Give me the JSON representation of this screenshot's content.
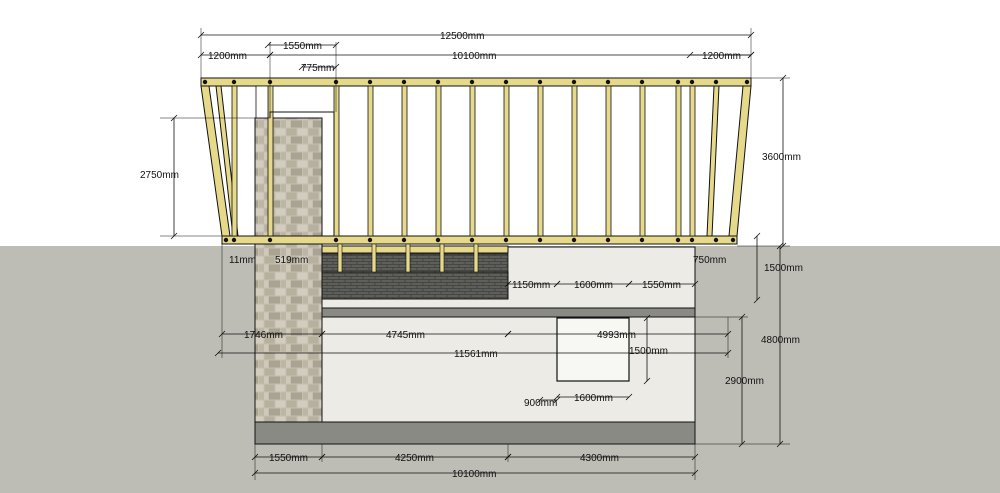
{
  "colors": {
    "sky": "#ffffff",
    "ground": "#bdbdb6",
    "stud": "#e6d98a",
    "wall": "#ecebe6",
    "band": "#8a8a85",
    "brick": "#5a5a58",
    "stone": "#bcb6a6",
    "line": "#111111"
  },
  "dimensions": {
    "total_width_top": "12500mm",
    "left_overhang": "1200mm",
    "right_overhang": "1200mm",
    "frame_width": "10100mm",
    "top_left_section": "1550mm",
    "top_small_offset": "775mm",
    "window_opening_height": "2750mm",
    "roof_height": "3600mm",
    "eave_left_11": "11mm",
    "small_519": "519mm",
    "right_750": "750mm",
    "mid_height_1500_right": "1500mm",
    "total_height": "4800mm",
    "brick_right_1150": "1150mm",
    "brick_right_1600": "1600mm",
    "brick_right_1550": "1550mm",
    "left_1746": "1746mm",
    "middle_4745": "4745mm",
    "right_4993": "4993mm",
    "overall_11561": "11561mm",
    "window_height_1500": "1500mm",
    "lower_height_2900": "2900mm",
    "window_sill_900": "900mm",
    "window_width_1600": "1600mm",
    "bottom_1550": "1550mm",
    "bottom_4250": "4250mm",
    "bottom_4300": "4300mm",
    "bottom_total_10100": "10100mm"
  }
}
